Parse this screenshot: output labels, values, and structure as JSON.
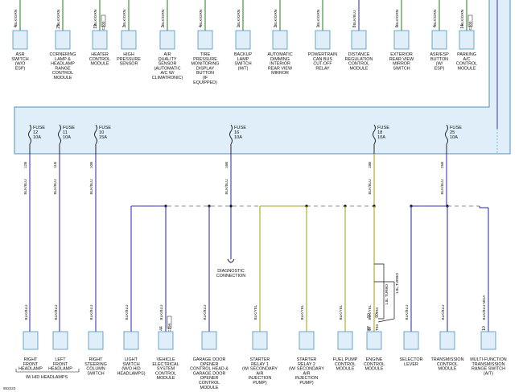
{
  "colors": {
    "panel_fill": "#dfeef8",
    "panel_stroke": "#4b93bf",
    "wire_green": "#2e8a2a",
    "wire_blue": "#3a35b8",
    "wire_yellow": "#aaa81e",
    "wire_gray": "#8f8f8f",
    "connector_fill": "#dfeef8",
    "connector_stroke": "#4b93bf"
  },
  "top_components": [
    {
      "pin": "4",
      "wire": "BLK/GRN",
      "color": "green",
      "label": [
        "ASR",
        "SWITCH",
        "(W/O",
        "ESP)"
      ]
    },
    {
      "pin": "25",
      "wire": "BLK/GRN",
      "color": "green",
      "label": [
        "CORNERING",
        "LAMP &",
        "HEADLAMP",
        "RANGE",
        "CONTROL",
        "MODULE"
      ]
    },
    {
      "pin": "19",
      "wire": "BLK/GRN",
      "color": "green",
      "extra": "C200",
      "label": [
        "HEATER",
        "CONTROL",
        "MODULE"
      ]
    },
    {
      "pin": "3",
      "wire": "BLK/GRN",
      "color": "green",
      "label": [
        "HIGH",
        "PRESSURE",
        "SENSOR"
      ]
    },
    {
      "pin": "2",
      "wire": "BLK/GRN",
      "color": "green",
      "label": [
        "AIR",
        "QUALITY",
        "SENSOR",
        "(AUTOMATIC",
        "A/C W/",
        "CLIMATRONIC)"
      ]
    },
    {
      "pin": "4",
      "wire": "BLK/GRN",
      "color": "green",
      "label": [
        "TIRE",
        "PRESSURE",
        "MONITORING",
        "DISPLAY",
        "BUTTON",
        "(IF",
        "EQUIPPED)"
      ]
    },
    {
      "pin": "1",
      "wire": "BLK/GRN",
      "color": "green",
      "label": [
        "BACKUP",
        "LAMP",
        "SWITCH",
        "(M/T)"
      ]
    },
    {
      "pin": "3",
      "wire": "BLK/GRN",
      "color": "green",
      "label": [
        "AUTOMATIC",
        "DIMMING",
        "INTERIOR",
        "REAR VIEW",
        "MIRROR"
      ]
    },
    {
      "pin": "1",
      "wire": "BLK/GRN",
      "color": "green",
      "label": [
        "POWERTRAIN",
        "CAN BUS",
        "CUT-OFF",
        "RELAY"
      ]
    },
    {
      "pin": "8",
      "wire": "BLK/BLU",
      "color": "blue",
      "label": [
        "DISTANCE",
        "REGULATION",
        "CONTROL",
        "MODULE"
      ]
    },
    {
      "pin": "6",
      "wire": "BLK/GRN",
      "color": "green",
      "label": [
        "EXTERIOR",
        "REAR VIEW",
        "MIRROR",
        "SWITCH"
      ]
    },
    {
      "pin": "4",
      "wire": "BLK/GRN",
      "color": "green",
      "label": [
        "ASR/ESP",
        "BUTTON",
        "(W/",
        "ESP)"
      ]
    },
    {
      "pin": "14",
      "wire": "BLK/GRN",
      "color": "green",
      "extra": "C200",
      "label": [
        "PARKING",
        "A/C",
        "CONTROL",
        "MODULE"
      ]
    }
  ],
  "fuses": [
    {
      "name": "FUSE",
      "num": "12",
      "amp": "10A",
      "wire_id": "12B"
    },
    {
      "name": "FUSE",
      "num": "11",
      "amp": "10A",
      "wire_id": "11B"
    },
    {
      "name": "FUSE",
      "num": "10",
      "amp": "15A",
      "wire_id": "10B"
    },
    {
      "name": "FUSE",
      "num": "16",
      "amp": "10A",
      "wire_id": "16B"
    },
    {
      "name": "FUSE",
      "num": "18",
      "amp": "10A",
      "wire_id": "18B"
    },
    {
      "name": "FUSE",
      "num": "25",
      "amp": "10A",
      "wire_id": "25B"
    }
  ],
  "fuse_wire_label": "BLK/BLU",
  "diagnostic_connection": [
    "DIAGNOSTIC",
    "CONNECTION"
  ],
  "bottom_components": [
    {
      "wire": "BLK/BLU",
      "color": "blue",
      "label": [
        "RIGHT",
        "FRONT",
        "HEADLAMP"
      ]
    },
    {
      "wire": "BLK/BLU",
      "color": "blue",
      "label": [
        "LEFT",
        "FRONT",
        "HEADLAMP"
      ]
    },
    {
      "wire": "BLK/BLU",
      "color": "blue",
      "label": [
        "RIGHT",
        "STEERING",
        "COLUMN",
        "SWITCH"
      ]
    },
    {
      "wire": "BLK/BLU",
      "color": "blue",
      "label": [
        "LIGHT",
        "SWITCH",
        "(W/O HID",
        "HEADLAMPS)"
      ]
    },
    {
      "pin": "44",
      "wire": "BLK/BLU",
      "color": "blue",
      "extra": "C29A",
      "label": [
        "VEHICLE",
        "ELECTRICAL",
        "SYSTEM",
        "CONTROL",
        "MODULE"
      ]
    },
    {
      "wire": "BLK/BLU",
      "color": "blue",
      "label": [
        "GARAGE DOOR",
        "OPENER",
        "CONTROL HEAD &",
        "GARAGE DOOR",
        "OPENER",
        "CONTROL",
        "MODULE"
      ]
    },
    {
      "wire": "BLK/YEL",
      "color": "yellow",
      "label": [
        "STARTER",
        "RELAY 1",
        "(W/ SECONDARY",
        "AIR",
        "INJECTION",
        "PUMP)"
      ]
    },
    {
      "wire": "BLK/YEL",
      "color": "yellow",
      "label": [
        "STARTER",
        "RELAY 2",
        "(W/ SECONDARY",
        "AIR",
        "INJECTION",
        "PUMP)"
      ]
    },
    {
      "wire": "BLK/YEL",
      "color": "yellow",
      "label": [
        "FUEL PUMP",
        "CONTROL",
        "MODULE"
      ]
    },
    {
      "pin": "87",
      "wire": "BLK/YEL",
      "color": "yellow",
      "label": [
        "ENGINE",
        "CONTROL",
        "MODULE"
      ]
    },
    {
      "wire": "BLK/BLU",
      "color": "blue",
      "label": [
        "SELECTOR",
        "LEVER"
      ]
    },
    {
      "wire": "BLK/BLU",
      "color": "blue",
      "label": [
        "TRANSMISSION",
        "CONTROL",
        "MODULE"
      ]
    },
    {
      "pin": "10",
      "wire": "BLK/BLU",
      "color": "blue",
      "alt_wire": "N/CA",
      "label": [
        "MULTI-FUNCTION",
        "TRANSMISSION",
        "RANGE SWITCH",
        "(A/T)"
      ]
    }
  ],
  "hid_group_label": "W/ HID HEADLAMPS",
  "ecm_notes": {
    "pin_a": "50",
    "pin_b": "90",
    "pin_c": "87",
    "conn_a": "T94",
    "conn_b": "T94",
    "turbo_a": "1.8L TURBO",
    "turbo_b": "1.8L TURBO"
  },
  "figure_id": "552222"
}
